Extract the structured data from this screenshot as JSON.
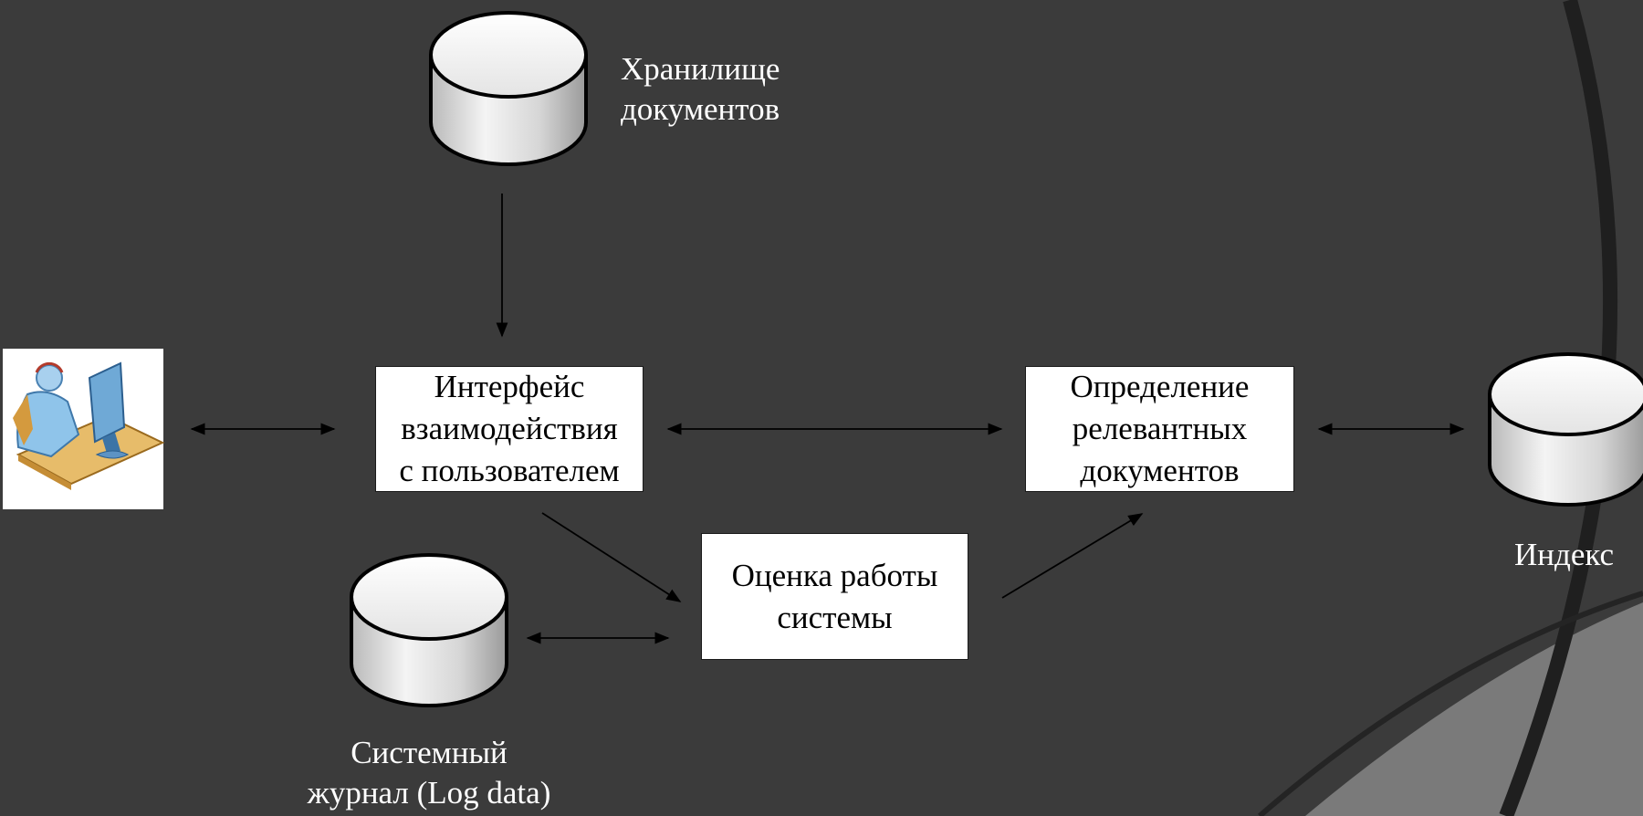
{
  "nodes": {
    "user_icon": "user-at-computer-icon",
    "doc_storage": {
      "line1": "Хранилище",
      "line2": "документов",
      "icon": "database-icon"
    },
    "ui_box": {
      "line1": "Интерфейс",
      "line2": "взаимодействия",
      "line3": "с пользователем"
    },
    "relevance_box": {
      "line1": "Определение",
      "line2": "релевантных",
      "line3": "документов"
    },
    "index": {
      "label": "Индекс",
      "icon": "database-icon"
    },
    "eval_box": {
      "line1": "Оценка работы",
      "line2": "системы"
    },
    "log": {
      "line1": "Системный",
      "line2": "журнал (Log data)",
      "icon": "database-icon"
    }
  },
  "colors": {
    "background": "#3b3b3b",
    "corner_band": "#7a7a7a",
    "corner_arc": "#1f1f1f",
    "label_text": "#ffffff",
    "box_fill": "#ffffff",
    "arrow": "#000000"
  }
}
